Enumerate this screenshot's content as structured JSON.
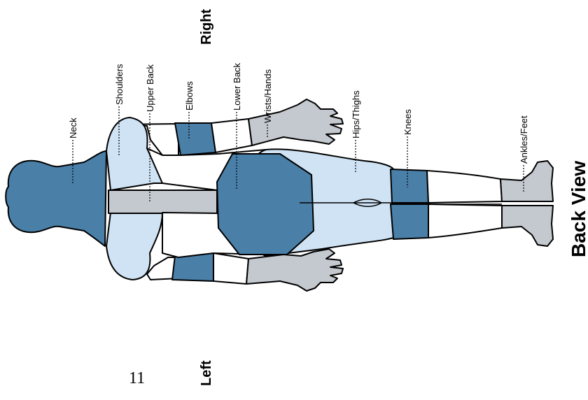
{
  "labels": {
    "neck": "Neck",
    "shoulders": "Shoulders",
    "upper_back": "Upper Back",
    "elbows": "Elbows",
    "lower_back": "Lower Back",
    "wrists_hands": "Wrists/Hands",
    "hips_thighs": "Hips/Thighs",
    "knees": "Knees",
    "ankles_feet": "Ankles/Feet"
  },
  "side_labels": {
    "right": "Right",
    "left": "Left"
  },
  "view_title": "Back View",
  "page_number": "11",
  "colors": {
    "dark_blue": "#4a7fa8",
    "light_blue": "#cfe3f4",
    "gray": "#c4c9cf",
    "outline": "#000000"
  }
}
